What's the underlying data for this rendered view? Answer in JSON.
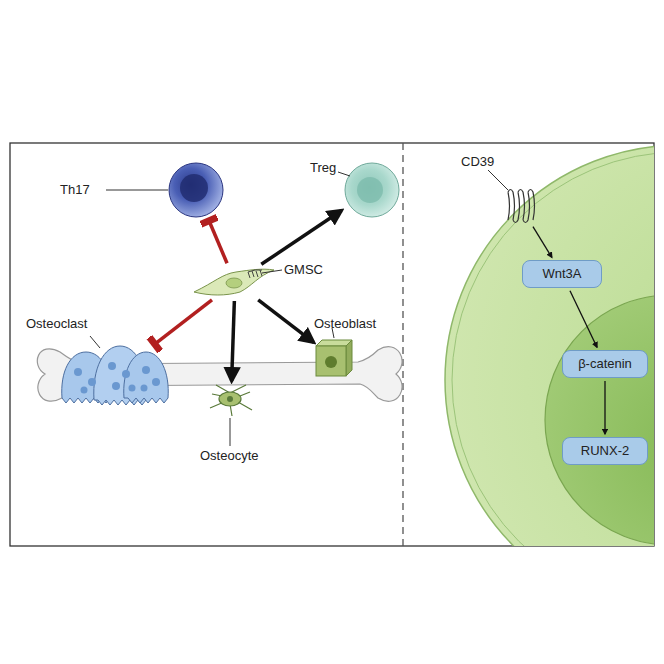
{
  "diagram": {
    "nodes": [
      {
        "text": [
          "Th17"
        ]
      },
      {
        "text": [
          "Treg"
        ]
      },
      {
        "text": [
          "GMSC"
        ]
      },
      {
        "text": [
          "Osteoclast"
        ]
      },
      {
        "text": [
          "Osteocyte"
        ]
      },
      {
        "text": [
          "Osteoblast"
        ]
      },
      {
        "text": [
          "CD39"
        ]
      },
      {
        "text": [
          "Wnt3A"
        ]
      },
      {
        "text": [
          "β-catenin"
        ]
      },
      {
        "text": [
          "RUNX-2"
        ]
      }
    ],
    "edges": [
      {
        "from": 2,
        "to": 0,
        "arrow": "to"
      },
      {
        "from": 2,
        "to": 1,
        "arrow": "to"
      },
      {
        "from": 2,
        "to": 3,
        "arrow": "to"
      },
      {
        "from": 2,
        "to": 4,
        "arrow": "to"
      },
      {
        "from": 2,
        "to": 5,
        "arrow": "to"
      },
      {
        "from": 6,
        "to": 7,
        "arrow": "to"
      },
      {
        "from": 7,
        "to": 8,
        "arrow": "to"
      },
      {
        "from": 8,
        "to": 9,
        "arrow": "to"
      }
    ]
  }
}
